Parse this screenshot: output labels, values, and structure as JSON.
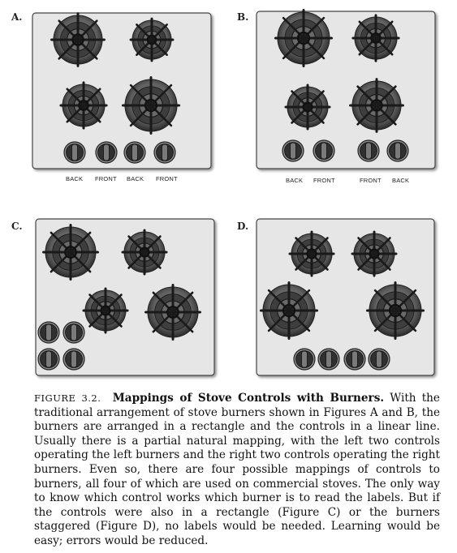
{
  "panels": {
    "a": {
      "letter": "A.",
      "labels": [
        "BACK",
        "FRONT",
        "BACK",
        "FRONT"
      ]
    },
    "b": {
      "letter": "B.",
      "labels": [
        "BACK",
        "FRONT",
        "FRONT",
        "BACK"
      ]
    },
    "c": {
      "letter": "C."
    },
    "d": {
      "letter": "D."
    }
  },
  "caption": {
    "figure_number": "FIGURE 3.2.",
    "title": "Mappings of Stove Controls with Burners.",
    "body": "With the traditional arrangement of stove burners shown in Figures A and B, the burners are arranged in a rectangle and the controls in a linear line. Usually there is a partial natural mapping, with the left two controls operating the left burners and the right two controls operating the right burners. Even so, there are four possible mappings of controls to burners, all four of which are used on commercial stoves. The only way to  know which control works which burner is to read the labels. But if the controls were also in a rectangle (Figure C) or the burners staggered (Figure D), no labels would be needed. Learning would be easy; errors would be reduced."
  }
}
